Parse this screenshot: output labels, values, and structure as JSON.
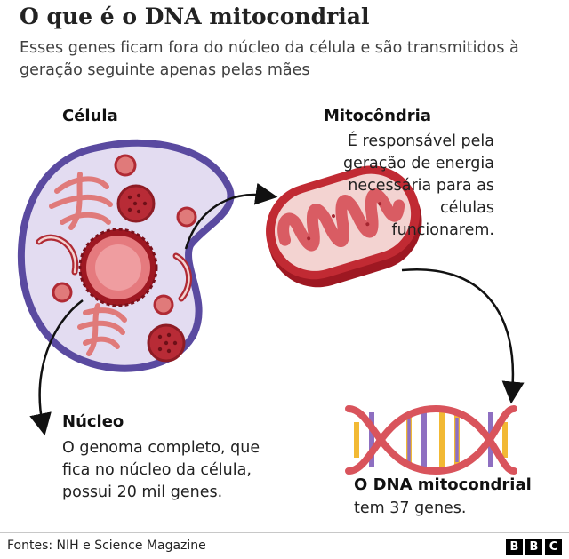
{
  "header": {
    "title": "O que é o DNA mitocondrial",
    "subtitle": "Esses genes ficam fora do núcleo da célula e são transmitidos à geração seguinte apenas pelas mães"
  },
  "cell": {
    "label": "Célula"
  },
  "mitochondrion": {
    "label": "Mitocôndria",
    "description_lines": [
      "É responsável pela",
      "geração de energia",
      "necessária para as",
      "células",
      "funcionarem."
    ]
  },
  "nucleus": {
    "label": "Núcleo",
    "description_lines": [
      "O genoma completo, que",
      "fica no núcleo da célula,",
      "possui 20 mil genes."
    ]
  },
  "mtdna": {
    "label": "O DNA mitocondrial",
    "description": "tem 37 genes."
  },
  "footer": {
    "source": "Fontes: NIH e Science Magazine",
    "logo_letters": [
      "B",
      "B",
      "C"
    ]
  },
  "colors": {
    "cell_membrane": "#5a4aa0",
    "cytoplasm": "#e3dcf1",
    "organelle_red": "#e07a7a",
    "nucleus_outer": "#b01f2a",
    "nucleus_inner": "#e57a7e",
    "mito_outer": "#c12a33",
    "mito_inner": "#f3d3d1",
    "dna_backbone": "#d9545c",
    "dna_rung_purple": "#8e6fc1",
    "dna_rung_yellow": "#f2b934",
    "arrow": "#111111"
  }
}
